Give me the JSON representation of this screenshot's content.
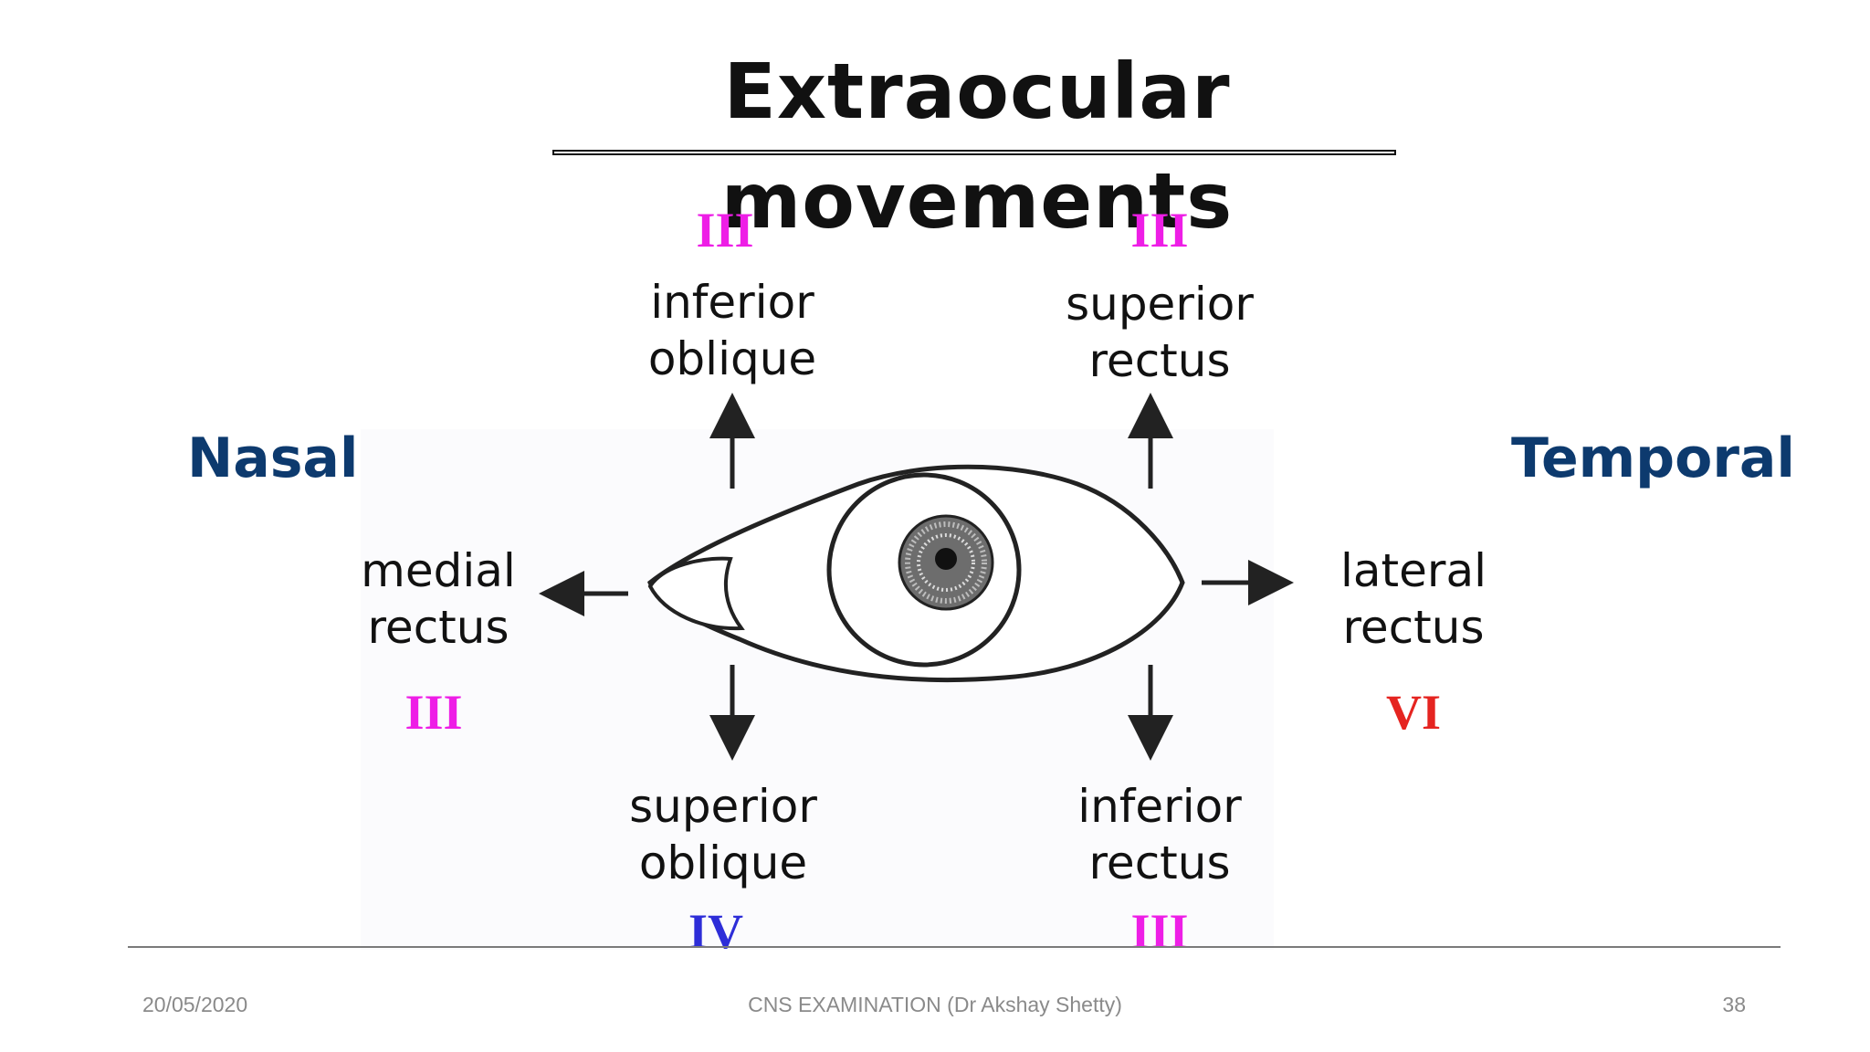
{
  "slide": {
    "title": "Extraocular movements",
    "nasal_label": "Nasal",
    "temporal_label": "Temporal"
  },
  "muscles": {
    "inferior_oblique": {
      "line1": "inferior",
      "line2": "oblique",
      "nerve": "III"
    },
    "superior_rectus": {
      "line1": "superior",
      "line2": "rectus",
      "nerve": "III"
    },
    "medial_rectus": {
      "line1": "medial",
      "line2": "rectus",
      "nerve": "III"
    },
    "lateral_rectus": {
      "line1": "lateral",
      "line2": "rectus",
      "nerve": "VI"
    },
    "superior_oblique": {
      "line1": "superior",
      "line2": "oblique",
      "nerve": "IV"
    },
    "inferior_rectus": {
      "line1": "inferior",
      "line2": "rectus",
      "nerve": "III"
    }
  },
  "footer": {
    "date": "20/05/2020",
    "center_text": "CNS EXAMINATION (Dr Akshay Shetty)",
    "page_number": "38"
  },
  "colors": {
    "title": "#111111",
    "side_labels": "#0d3a6e",
    "nerve_iii": "#ee1ee6",
    "nerve_iv": "#2d2dd8",
    "nerve_vi": "#e52420",
    "footer_text": "#8a8a8a"
  }
}
